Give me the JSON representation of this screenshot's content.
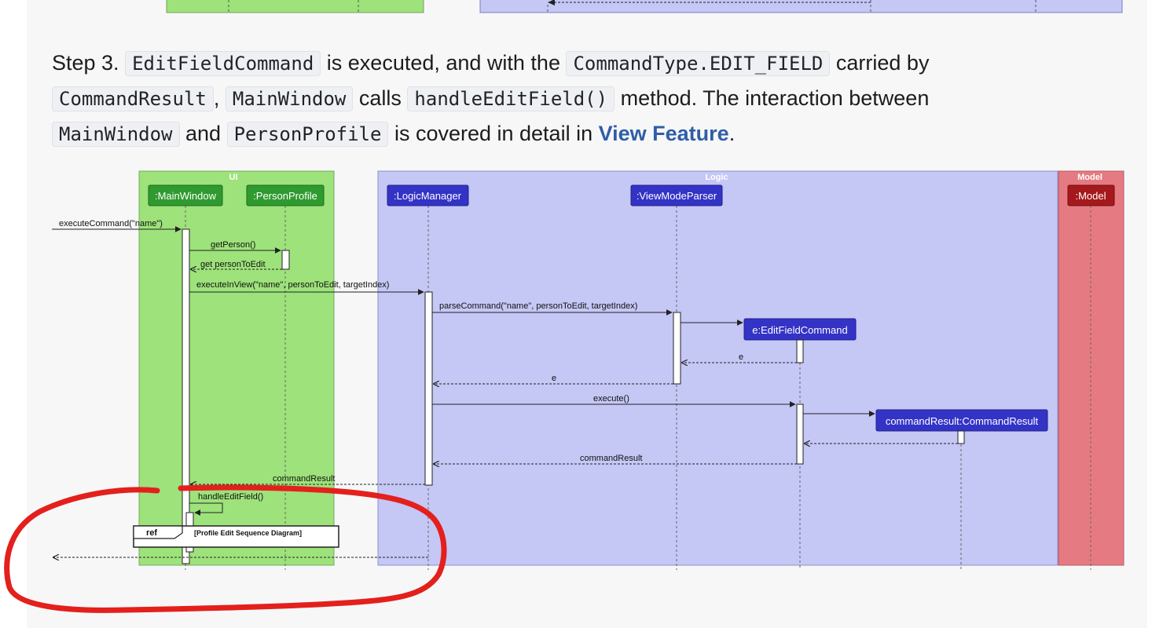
{
  "paragraph": {
    "step_label": "Step 3.",
    "code_edit_field_command": "EditFieldCommand",
    "text_is_executed": "is executed, and with the",
    "code_command_type": "CommandType.EDIT_FIELD",
    "text_carried_by": "carried by",
    "code_command_result": "CommandResult",
    "text_comma": ",",
    "code_main_window": "MainWindow",
    "text_calls": "calls",
    "code_handle_edit_field": "handleEditField()",
    "text_method": "method. The interaction between",
    "code_main_window_2": "MainWindow",
    "text_and": "and",
    "code_person_profile": "PersonProfile",
    "text_covered": "is covered in detail in",
    "link_view_feature": "View Feature",
    "text_period": "."
  },
  "diagram": {
    "boxes": {
      "ui": "UI",
      "logic": "Logic",
      "model": "Model"
    },
    "participants": {
      "main_window": ":MainWindow",
      "person_profile": ":PersonProfile",
      "logic_manager": ":LogicManager",
      "view_mode_parser": ":ViewModeParser",
      "model": ":Model",
      "edit_field_command": "e:EditFieldCommand",
      "command_result": "commandResult:CommandResult"
    },
    "messages": {
      "execute_command": "executeCommand(\"name\")",
      "get_person": "getPerson()",
      "get_person_to_edit": "get personToEdit",
      "execute_in_view": "executeInView(\"name\", personToEdit, targetIndex)",
      "parse_command": "parseCommand(\"name\", personToEdit, targetIndex)",
      "return_e_1": "e",
      "return_e_2": "e",
      "execute": "execute()",
      "return_command_result_1": "commandResult",
      "return_command_result_2": "commandResult",
      "handle_edit_field": "handleEditField()"
    },
    "ref": {
      "tag": "ref",
      "label": "[Profile Edit Sequence Diagram]"
    },
    "colors": {
      "ui_box": "#9de27a",
      "logic_box": "#c5c7f5",
      "model_box": "#e57a82",
      "ui_participant": "#2f9a2f",
      "logic_participant": "#3333c6",
      "model_participant": "#a5191c",
      "highlight": "#e3201c"
    }
  }
}
